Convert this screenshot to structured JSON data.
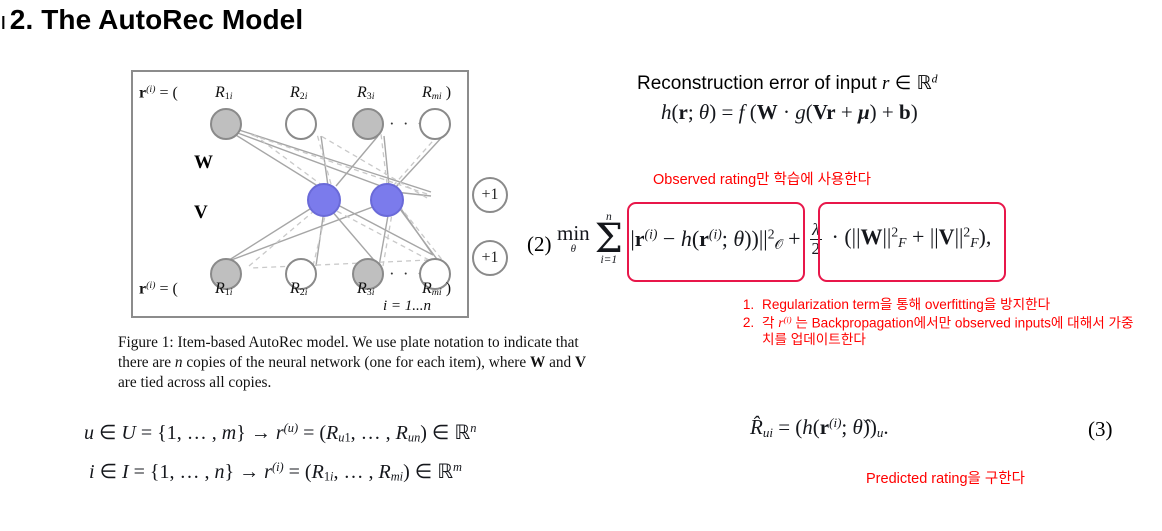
{
  "slide": {
    "bullet": "ı",
    "title": "2. The AutoRec Model"
  },
  "figure": {
    "plate_index_label": "i = 1...n",
    "weight_labels": {
      "w": "W",
      "v": "V"
    },
    "bias_label": "+1",
    "ellipsis": "· · ·",
    "output_row": {
      "prefix": "r(i) = (",
      "nodes": [
        "R1i",
        "R2i",
        "R3i",
        "Rmi"
      ],
      "suffix": ")"
    },
    "input_row": {
      "prefix": "r(i) = (",
      "nodes": [
        "R1i",
        "R2i",
        "R3i",
        "Rmi"
      ],
      "suffix": ")"
    },
    "node_fill_gray": "#bfbfbf",
    "node_fill_blue": "#7b7bec",
    "node_fill_white": "#ffffff",
    "caption": "Figure 1: Item-based AutoRec model. We use plate notation to indicate that there are n copies of the neural network (one for each item), where W and V are tied across all copies."
  },
  "left_equations": {
    "user_line": "u ∈ U = {1, … , m} → r(u) = (Ru1, … , Run) ∈ ℝn",
    "item_line": "i ∈ I = {1, … , n} → r(i) = (R1i, … , Rmi) ∈ ℝm"
  },
  "right": {
    "reconstruction_label": "Reconstruction error of input r ∈ ℝd",
    "h_equation": "h(r; θ) = f (W · g(Vr + μ) + b)",
    "note_observed": "Observed rating만 학습에 사용한다",
    "equation_2": "min θ Σ i=1..n ||r(i) − h(r(i); θ))||²_O + λ/2 · (||W||²_F + ||V||²_F),",
    "equation_2_number": "(2)",
    "notes": [
      "Regularization term을 통해 overfitting을 방지한다",
      "각 r(i) 는 Backpropagation에서만 observed inputs에 대해서 가중치를 업데이트한다"
    ],
    "equation_3": "R̂ui = (h(r(i); θ̂))u.",
    "equation_3_number": "(3)",
    "note_predicted": "Predicted rating을 구한다",
    "annotation_color": "#ff0000",
    "box_color": "#e8174a"
  }
}
